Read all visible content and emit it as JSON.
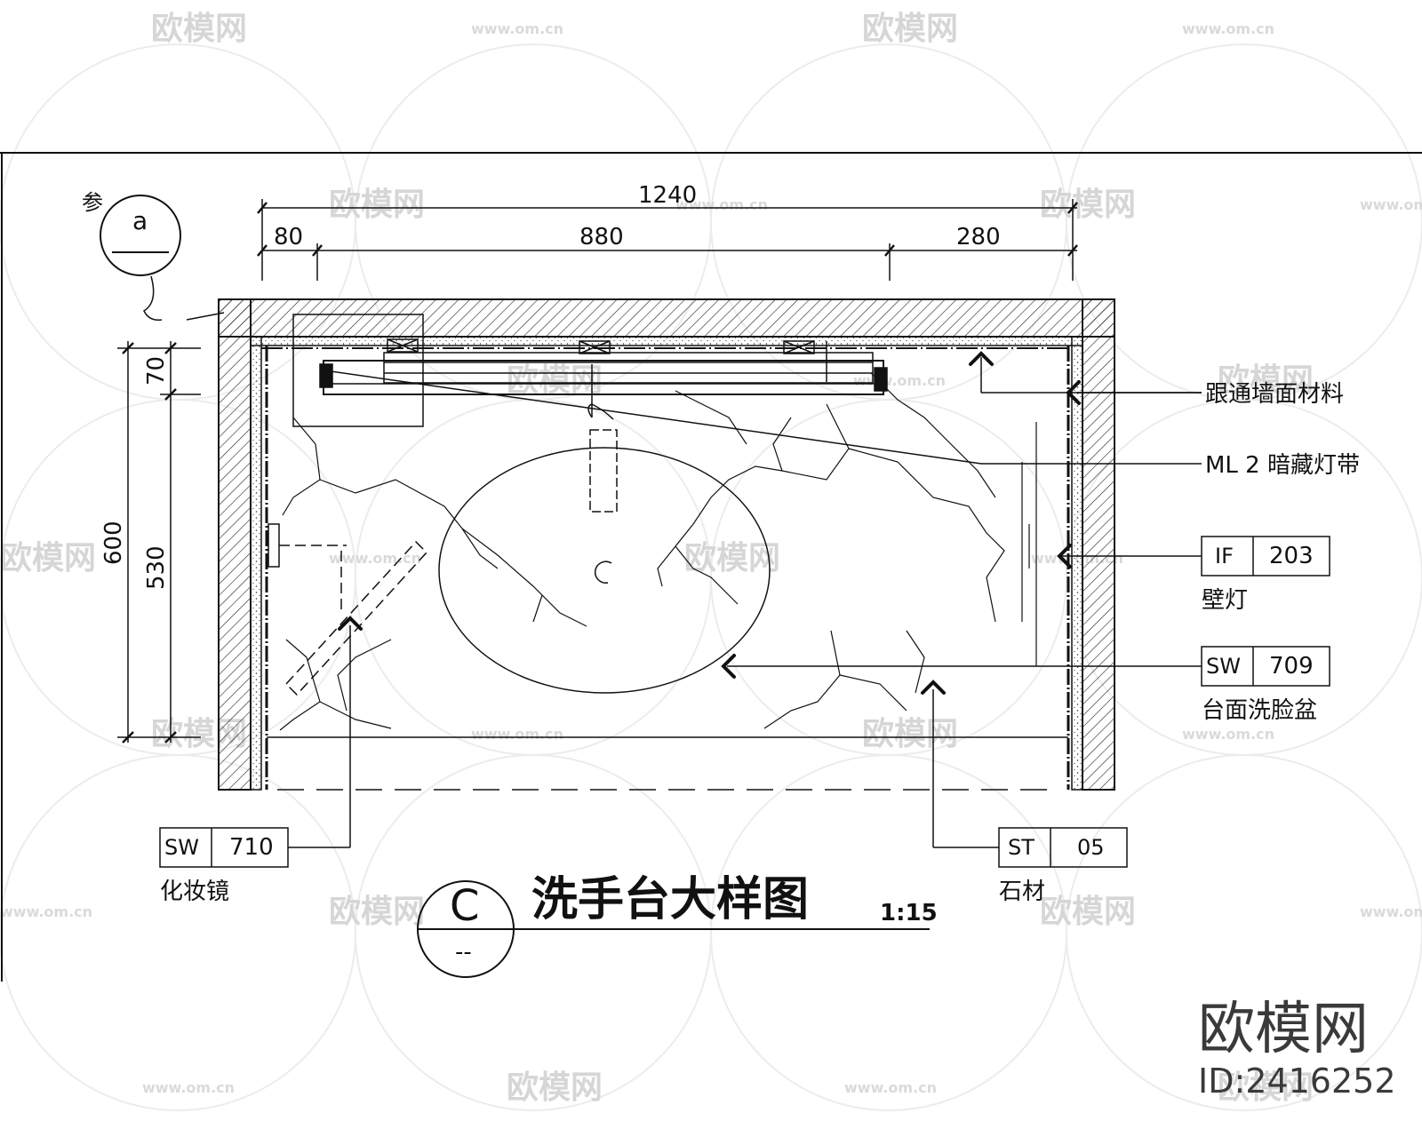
{
  "watermark": {
    "brand": "欧模网",
    "url": "www.om.cn"
  },
  "drawing_ref": {
    "prefix": "参",
    "letter": "a"
  },
  "dimensions": {
    "overall": "1240",
    "left": "80",
    "middle": "880",
    "right": "280",
    "height_total": "600",
    "height_top": "70",
    "height_body": "530"
  },
  "callouts": [
    {
      "text": "跟通墙面材料"
    },
    {
      "text": "ML 2 暗藏灯带"
    },
    {
      "code": "IF",
      "number": "203",
      "label": "壁灯"
    },
    {
      "code": "SW",
      "number": "709",
      "label": "台面洗脸盆"
    },
    {
      "code": "SW",
      "number": "710",
      "label": "化妆镜"
    },
    {
      "code": "ST",
      "number": "05",
      "label": "石材"
    }
  ],
  "title_block": {
    "letter": "C",
    "sheet": "--",
    "title": "洗手台大样图",
    "scale": "1:15"
  },
  "corner_brand": {
    "name": "欧模网",
    "id": "ID:2416252"
  }
}
